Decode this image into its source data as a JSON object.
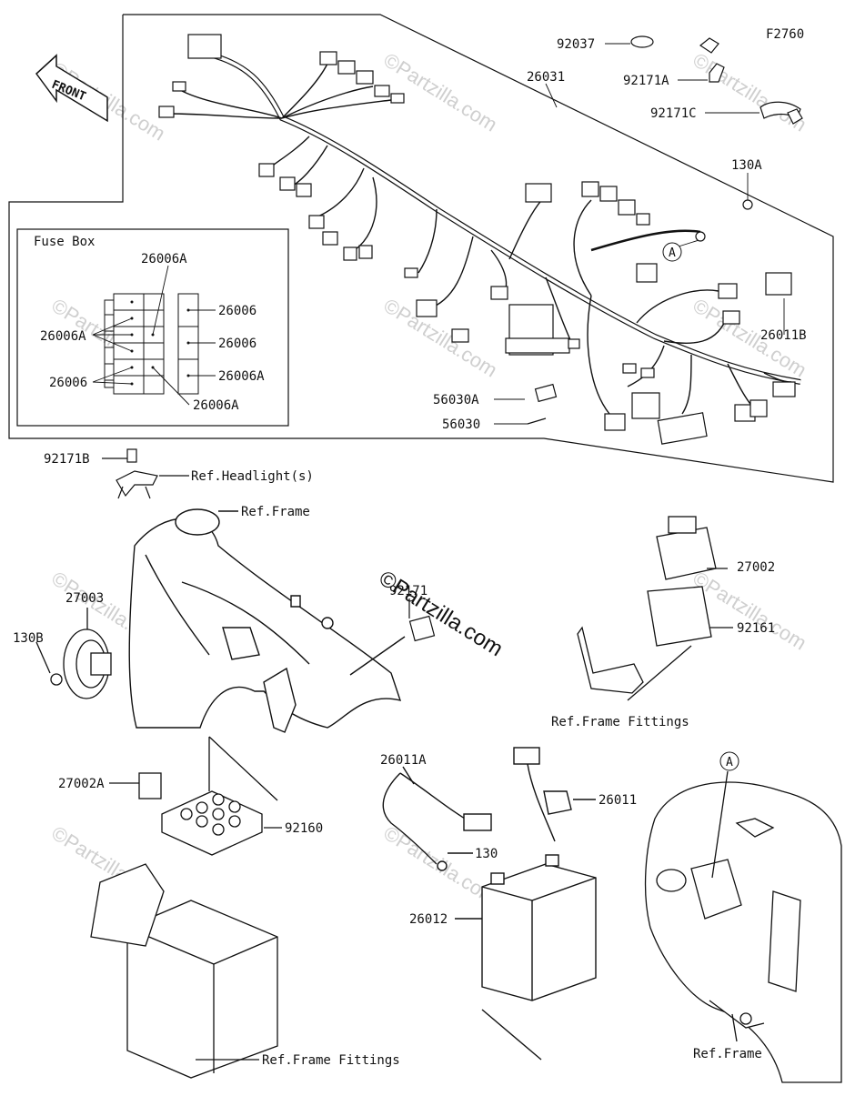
{
  "diagram": {
    "figure_code": "F2760",
    "front_arrow": "FRONT",
    "fuse_box_title": "Fuse Box",
    "watermark_small": "©Partzilla.com",
    "watermark_big": "©Partzilla.com",
    "labels": {
      "p92037": "92037",
      "p26031": "26031",
      "p92171A": "92171A",
      "p92171C": "92171C",
      "p130A": "130A",
      "pA1": "A",
      "p26011B": "26011B",
      "p56030A": "56030A",
      "p56030": "56030",
      "fb_26006A_top": "26006A",
      "fb_26006_r1": "26006",
      "fb_26006A_left": "26006A",
      "fb_26006_r2": "26006",
      "fb_26006_left": "26006",
      "fb_26006A_r3": "26006A",
      "fb_26006A_bottom": "26006A",
      "p92171B": "92171B",
      "ref_headlight": "Ref.Headlight(s)",
      "ref_frame_top": "Ref.Frame",
      "p27003": "27003",
      "p130B": "130B",
      "p92171": "92171",
      "p27002": "27002",
      "p92161": "92161",
      "ref_frame_fittings_right": "Ref.Frame Fittings",
      "p26011A": "26011A",
      "p26011": "26011",
      "p130": "130",
      "pA2": "A",
      "p27002A": "27002A",
      "p92160": "92160",
      "p26012": "26012",
      "ref_frame_fittings_bottom": "Ref.Frame Fittings",
      "ref_frame_bottom": "Ref.Frame"
    }
  }
}
